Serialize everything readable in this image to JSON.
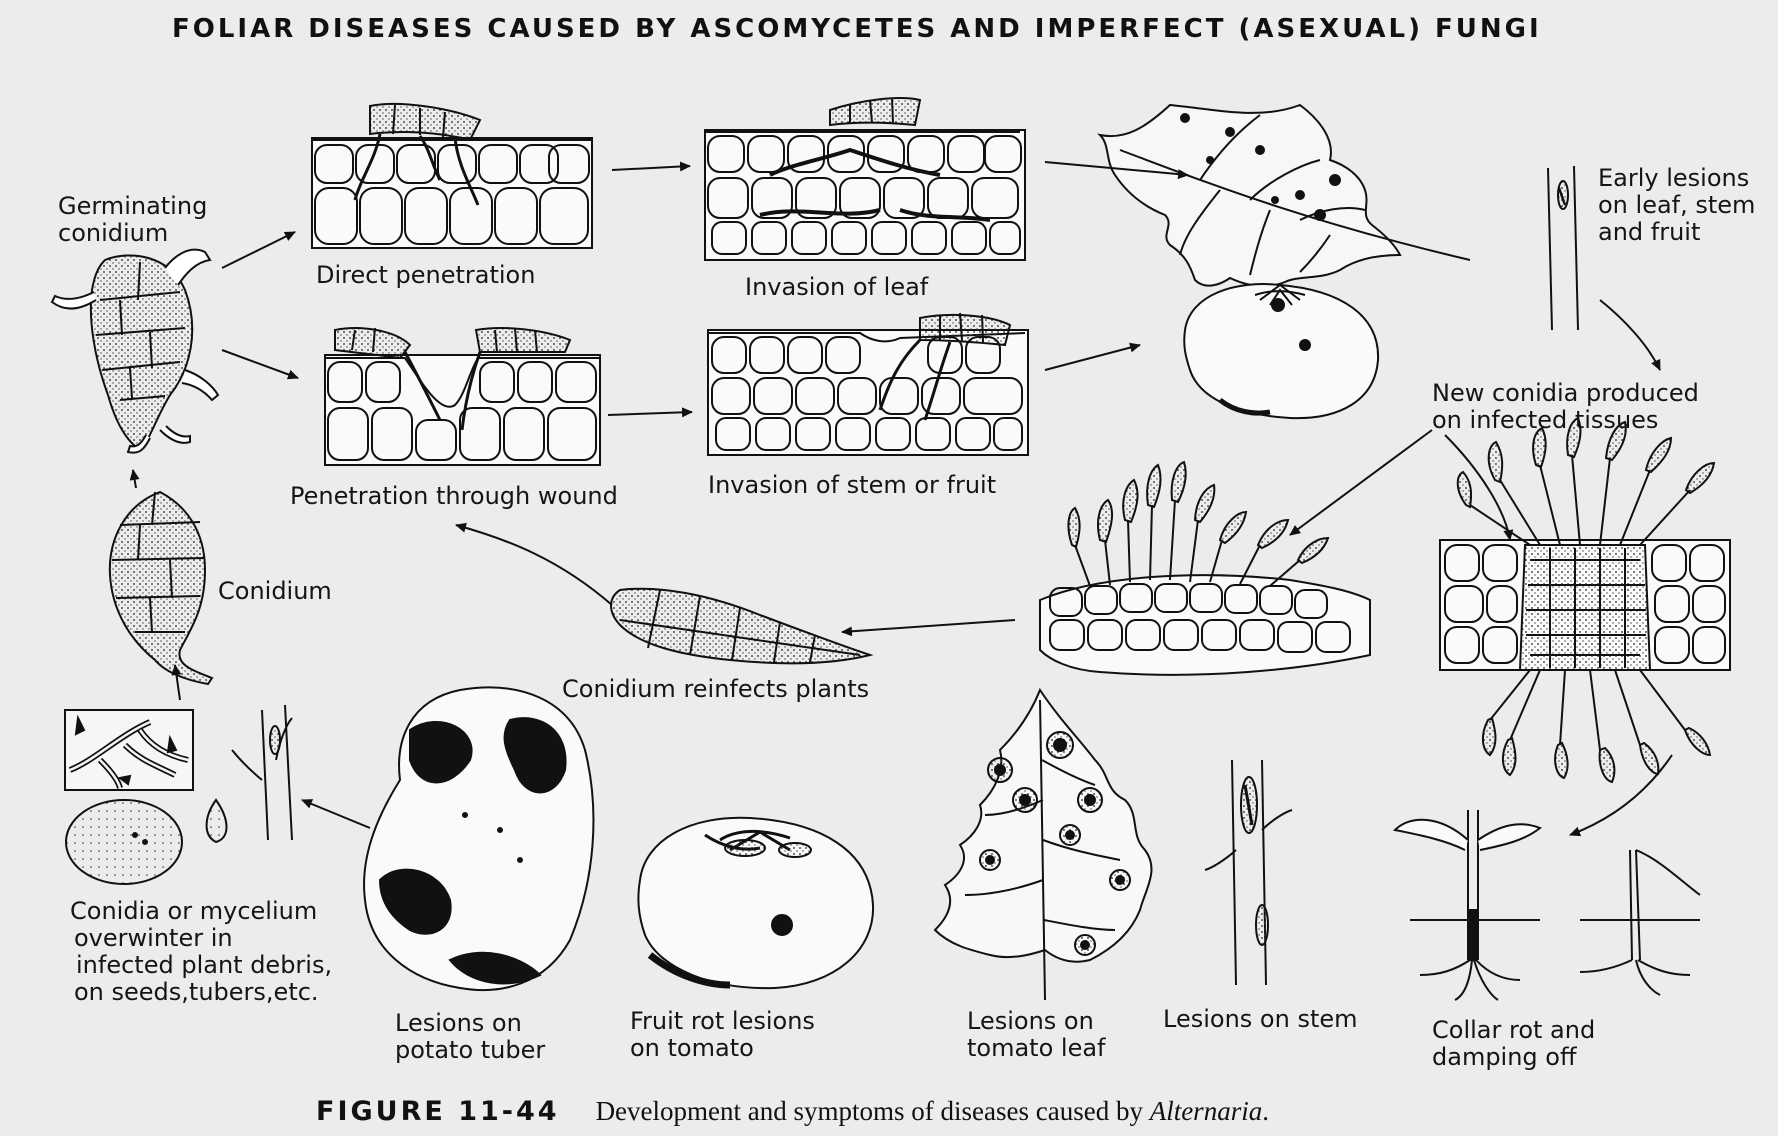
{
  "title": "FOLIAR DISEASES CAUSED BY ASCOMYCETES AND IMPERFECT (ASEXUAL) FUNGI",
  "labels": {
    "germinating_conidium": [
      "Germinating",
      "conidium"
    ],
    "direct_penetration": "Direct penetration",
    "invasion_of_leaf": "Invasion of leaf",
    "early_lesions": [
      "Early lesions",
      "on leaf, stem",
      "and fruit"
    ],
    "penetration_through_wound": "Penetration through wound",
    "invasion_of_stem_or_fruit": "Invasion of stem or fruit",
    "new_conidia": [
      "New conidia produced",
      "on infected tissues"
    ],
    "conidium": "Conidium",
    "conidium_reinfects": "Conidium reinfects plants",
    "overwinter": [
      "Conidia or mycelium",
      "overwinter in",
      "infected plant debris,",
      "on seeds,tubers,etc."
    ],
    "lesions_potato": [
      "Lesions on",
      "potato tuber"
    ],
    "fruit_rot": [
      "Fruit rot lesions",
      "on tomato"
    ],
    "lesions_tomato_leaf": [
      "Lesions on",
      "tomato leaf"
    ],
    "lesions_stem": "Lesions on stem",
    "collar_rot": [
      "Collar rot and",
      "damping off"
    ]
  },
  "caption": {
    "figure_number": "FIGURE 11-44",
    "text": "Development and symptoms of diseases caused by ",
    "genus": "Alternaria",
    "end": "."
  }
}
